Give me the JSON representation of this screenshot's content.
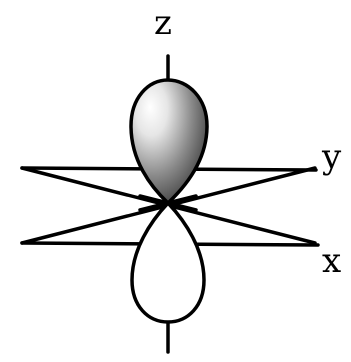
{
  "diagram": {
    "labels": {
      "z": "z",
      "y": "y",
      "x": "x"
    },
    "colors": {
      "axis": "#000000",
      "lobe_outline": "#000000",
      "upper_lobe_light": "#ffffff",
      "upper_lobe_dark": "#2a2a2a",
      "lower_lobe_fill": "#ffffff"
    }
  }
}
